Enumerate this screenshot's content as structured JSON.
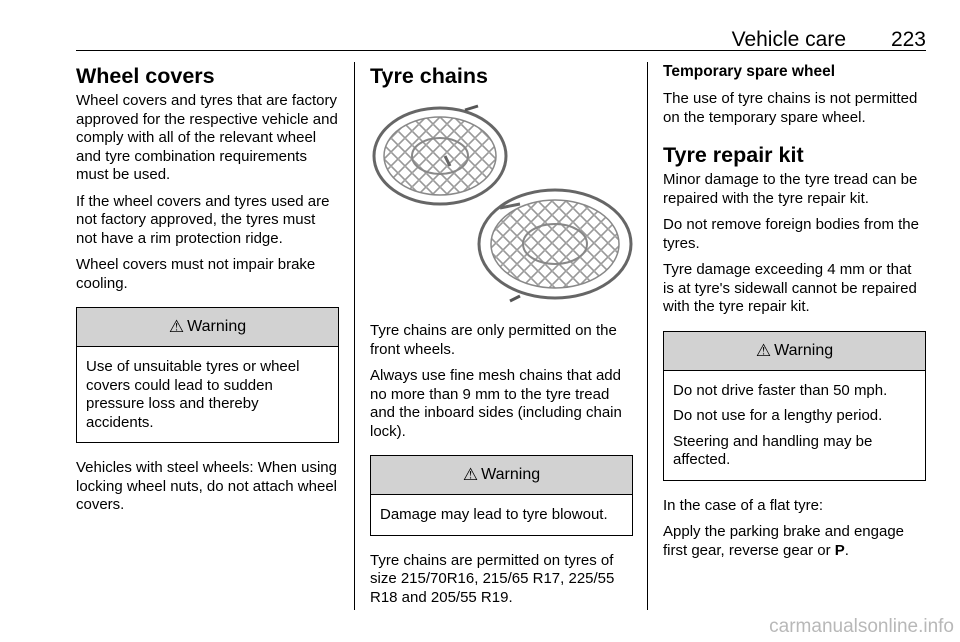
{
  "header": {
    "section": "Vehicle care",
    "page_number": "223"
  },
  "col1": {
    "title": "Wheel covers",
    "p1": "Wheel covers and tyres that are factory approved for the respective vehicle and comply with all of the relevant wheel and tyre combination requirements must be used.",
    "p2": "If the wheel covers and tyres used are not factory approved, the tyres must not have a rim protection ridge.",
    "p3": "Wheel covers must not impair brake cooling.",
    "warning": {
      "title": "Warning",
      "text": "Use of unsuitable tyres or wheel covers could lead to sudden pressure loss and thereby accidents."
    },
    "p4": "Vehicles with steel wheels: When using locking wheel nuts, do not attach wheel covers."
  },
  "col2": {
    "title": "Tyre chains",
    "p1": "Tyre chains are only permitted on the front wheels.",
    "p2": "Always use fine mesh chains that add no more than 9 mm to the tyre tread and the inboard sides (including chain lock).",
    "warning": {
      "title": "Warning",
      "text": "Damage may lead to tyre blowout."
    },
    "p3": "Tyre chains are permitted on tyres of size 215/70R16, 215/65 R17, 225/55 R18 and 205/55 R19."
  },
  "col3": {
    "title1": "Temporary spare wheel",
    "p1": "The use of tyre chains is not permitted on the temporary spare wheel.",
    "title2": "Tyre repair kit",
    "p2": "Minor damage to the tyre tread can be repaired with the tyre repair kit.",
    "p3": "Do not remove foreign bodies from the tyres.",
    "p4": "Tyre damage exceeding 4 mm or that is at tyre's sidewall cannot be repaired with the tyre repair kit.",
    "warning": {
      "title": "Warning",
      "line1": "Do not drive faster than 50 mph.",
      "line2": "Do not use for a lengthy period.",
      "line3": "Steering and handling may be affected."
    },
    "p5": "In the case of a flat tyre:",
    "p6_text": "Apply the parking brake and engage first gear, reverse gear or ",
    "p6_bold": "P",
    "p6_end": "."
  },
  "watermark": "carmanualsonline.info",
  "icons": {
    "warning": "warning-triangle-icon"
  }
}
